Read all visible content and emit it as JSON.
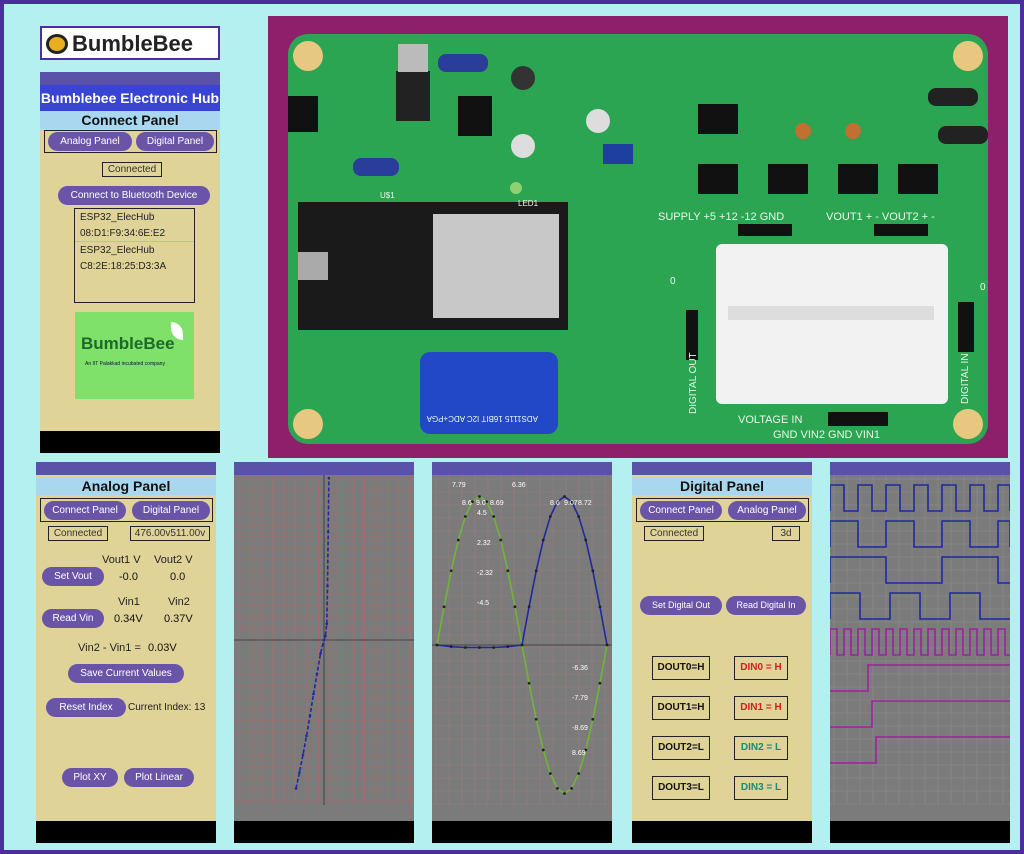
{
  "connect": {
    "logo_text": "BumbleBee",
    "hub_title": "Bumblebee Electronic Hub",
    "panel_title": "Connect Panel",
    "analog_button": "Analog Panel",
    "digital_button": "Digital Panel",
    "status": "Connected",
    "bt_button": "Connect to Bluetooth Device",
    "devices": [
      "ESP32_ElecHub",
      "08:D1:F9:34:6E:E2",
      "ESP32_ElecHub",
      "C8:2E:18:25:D3:3A"
    ],
    "ad_brand": "BumbleBee",
    "ad_tagline": "An IIT Palakkad incubated company"
  },
  "analog": {
    "title": "Analog Panel",
    "connect_button": "Connect Panel",
    "digital_button": "Digital Panel",
    "status": "Connected",
    "readout": "476.00v511.00v",
    "vout1_label": "Vout1 V",
    "vout2_label": "Vout2 V",
    "set_vout_button": "Set Vout",
    "vout1": "-0.0",
    "vout2": "0.0",
    "vin1_label": "Vin1",
    "vin2_label": "Vin2",
    "read_vin_button": "Read Vin",
    "vin1": "0.34V",
    "vin2": "0.37V",
    "diff_label": "Vin2 - Vin1 =",
    "diff": "0.03V",
    "save_button": "Save Current Values",
    "reset_button": "Reset Index",
    "index_text": "Current Index: 13",
    "plot_xy_button": "Plot XY",
    "plot_linear_button": "Plot Linear"
  },
  "digital": {
    "title": "Digital Panel",
    "connect_button": "Connect Panel",
    "analog_button": "Analog Panel",
    "status": "Connected",
    "readout": "3d",
    "set_button": "Set Digital Out",
    "read_button": "Read Digital In",
    "outs": [
      "DOUT0=H",
      "DOUT1=H",
      "DOUT2=L",
      "DOUT3=L"
    ],
    "ins": [
      "DIN0 = H",
      "DIN1 = H",
      "DIN2 = L",
      "DIN3 = L"
    ],
    "out_color": "#111111",
    "in_colors": [
      "#d02020",
      "#d02020",
      "#208878",
      "#208878"
    ]
  },
  "board": {
    "labels": {
      "supply": "SUPPLY +5 +12 -12 GND",
      "vout": "VOUT1 + -  VOUT2 + -",
      "voltage_in": "VOLTAGE IN",
      "vin_row": "GND VIN2 GND VIN1",
      "digital_out": "DIGITAL OUT",
      "digital_in": "DIGITAL IN",
      "ads": "ADS1115 16BIT I2C ADC+PGA",
      "led": "LED1",
      "zero_a": "0",
      "zero_b": "0",
      "usb": "U$1"
    }
  },
  "chart_data": [
    {
      "type": "scatter",
      "title": "",
      "grid": true,
      "x": [
        -0.4,
        -0.35,
        -0.3,
        -0.25,
        -0.2,
        -0.15,
        -0.1,
        -0.05,
        0,
        0.02,
        0.04,
        0.05,
        0.06,
        0.07
      ],
      "y": [
        -11,
        -9.8,
        -8.5,
        -7.1,
        -5.6,
        -4,
        -2.5,
        -1,
        0,
        0.3,
        1.2,
        4,
        8,
        12
      ],
      "color": "#1e2aa0"
    },
    {
      "type": "line",
      "grid": true,
      "xlim": [
        0,
        48
      ],
      "ylim": [
        -9,
        9.5
      ],
      "series": [
        {
          "color": "#6fb53a",
          "x": [
            0,
            2,
            4,
            6,
            8,
            10,
            12,
            14,
            16,
            18,
            20,
            22,
            24
          ],
          "y": [
            0,
            2.32,
            4.5,
            6.36,
            7.79,
            8.69,
            9.0,
            8.69,
            7.79,
            6.36,
            4.5,
            2.32,
            0
          ]
        },
        {
          "color": "#1e2aa0",
          "x": [
            0,
            4,
            8,
            12,
            16,
            20,
            24
          ],
          "y": [
            0,
            -0.1,
            -0.15,
            -0.15,
            -0.15,
            -0.1,
            0
          ]
        },
        {
          "color": "#1e2aa0",
          "x": [
            24,
            26,
            28,
            30,
            32,
            34,
            36,
            38,
            40,
            42,
            44,
            46,
            48
          ],
          "y": [
            0,
            2.32,
            4.5,
            6.36,
            7.79,
            8.69,
            9.0,
            8.69,
            7.79,
            6.36,
            4.5,
            2.32,
            0
          ]
        },
        {
          "color": "#6fb53a",
          "x": [
            24,
            26,
            28,
            30,
            32,
            34,
            36,
            38,
            40,
            42,
            44,
            46,
            48
          ],
          "y": [
            0,
            -2.32,
            -4.5,
            -6.36,
            -7.79,
            -8.69,
            -9.0,
            -8.69,
            -7.79,
            -6.36,
            -4.5,
            -2.32,
            0
          ]
        }
      ],
      "top_labels": [
        "8.6",
        "9.0",
        "8.69",
        "8.6",
        "9.07",
        "8.72"
      ],
      "tick_labels": [
        "7.79",
        "6.36",
        "4.5",
        "2.32",
        "-2.32",
        "-4.5",
        "-6.36",
        "-7.79",
        "-8.69",
        "8.69"
      ]
    },
    {
      "type": "line",
      "grid": true,
      "traces": [
        {
          "color": "#1e2aa0",
          "period": 28,
          "duty": 0.5
        },
        {
          "color": "#1e2aa0",
          "period": 56,
          "duty": 0.5
        },
        {
          "color": "#1e2aa0",
          "period": 112,
          "duty": 0.5
        },
        {
          "color": "#1e2aa0",
          "period": 60,
          "duty": 0.5
        },
        {
          "color": "#a020a0",
          "period": 14,
          "duty": 0.5
        },
        {
          "color": "#a020a0",
          "period": 0,
          "duty": 0
        },
        {
          "color": "#a020a0",
          "period": 0,
          "duty": 0
        },
        {
          "color": "#a020a0",
          "period": 0,
          "duty": 0
        }
      ]
    }
  ]
}
